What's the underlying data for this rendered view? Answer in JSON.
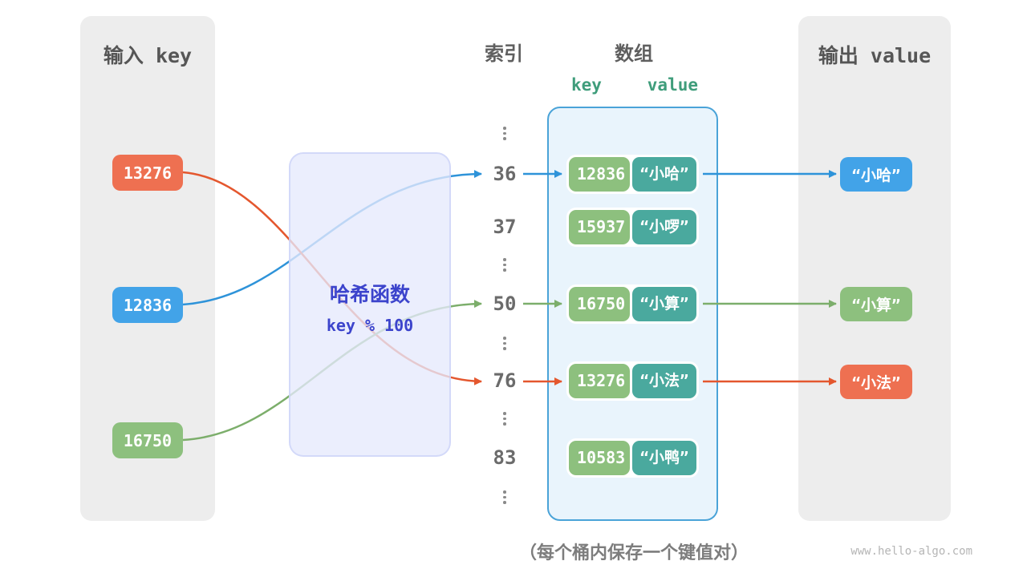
{
  "diagram": {
    "caption": "（每个桶内保存一个键值对）",
    "watermark": "www.hello-algo.com"
  },
  "input_panel": {
    "title": "输入 key",
    "badges": [
      {
        "label": "13276",
        "color": "#ee7051"
      },
      {
        "label": "12836",
        "color": "#42a3e8"
      },
      {
        "label": "16750",
        "color": "#8dc07e"
      }
    ]
  },
  "hash_function": {
    "title": "哈希函数",
    "formula": "key % 100"
  },
  "index_column": {
    "title": "索引",
    "values": [
      "36",
      "37",
      "50",
      "76",
      "83"
    ]
  },
  "array_panel": {
    "title": "数组",
    "key_header": "key",
    "value_header": "value",
    "pairs": [
      {
        "key": "12836",
        "value": "“小哈”"
      },
      {
        "key": "15937",
        "value": "“小啰”"
      },
      {
        "key": "16750",
        "value": "“小算”"
      },
      {
        "key": "13276",
        "value": "“小法”"
      },
      {
        "key": "10583",
        "value": "“小鸭”"
      }
    ]
  },
  "output_panel": {
    "title": "输出 value",
    "badges": [
      {
        "label": "“小哈”",
        "color": "#42a3e8"
      },
      {
        "label": "“小算”",
        "color": "#8dc07e"
      },
      {
        "label": "“小法”",
        "color": "#ee7051"
      }
    ]
  },
  "colors": {
    "blue_line": "#2e93d9",
    "green_line": "#7cae6b",
    "orange_line": "#e4572e",
    "key_badge": "#8dc07e",
    "value_badge": "#4aa99e"
  }
}
